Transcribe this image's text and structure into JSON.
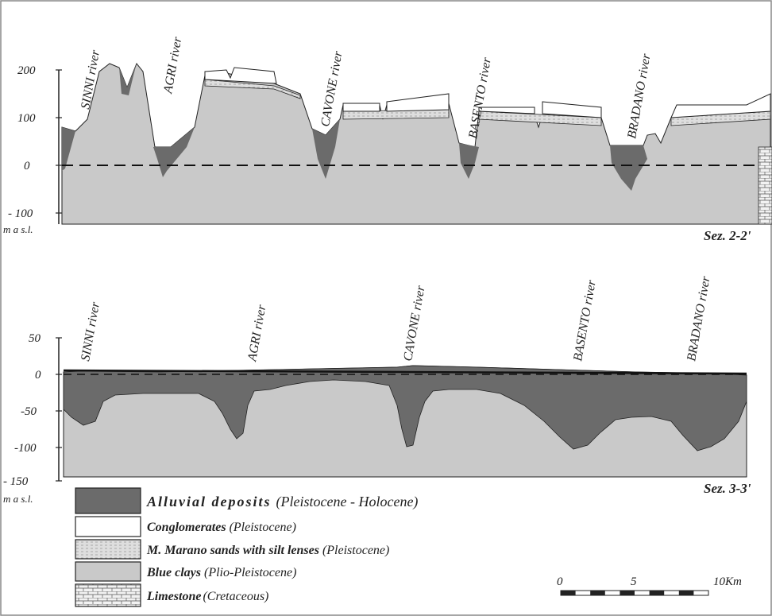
{
  "colors": {
    "alluvial": "#6b6b6b",
    "blue_clays": "#c9c9c9",
    "conglomerates": "#ffffff",
    "marano_sands": "#dedede",
    "limestone": "#f2f2f2",
    "outline": "#222222"
  },
  "section_2": {
    "label": "Sez. 2-2'",
    "unit": "m a s.l.",
    "y_ticks": [
      "200",
      "100",
      "0",
      "- 100"
    ],
    "rivers": [
      "SINNI river",
      "AGRI river",
      "CAVONE river",
      "BASENTO river",
      "BRADANO river"
    ]
  },
  "section_3": {
    "label": "Sez. 3-3'",
    "unit": "m a s.l.",
    "y_ticks": [
      "50",
      "0",
      "-50",
      "-100",
      "- 150"
    ],
    "rivers": [
      "SINNI river",
      "AGRI river",
      "CAVONE river",
      "BASENTO river",
      "BRADANO river"
    ]
  },
  "legend": [
    {
      "name": "Alluvial deposits",
      "age": "(Pleistocene - Holocene)",
      "swatch": "alluvial"
    },
    {
      "name": "Conglomerates",
      "age": "(Pleistocene)",
      "swatch": "conglomerates"
    },
    {
      "name": "M. Marano sands with silt lenses",
      "age": "(Pleistocene)",
      "swatch": "marano_sands"
    },
    {
      "name": "Blue clays",
      "age": "(Plio-Pleistocene)",
      "swatch": "blue_clays"
    },
    {
      "name": "Limestone",
      "age": "(Cretaceous)",
      "swatch": "limestone"
    }
  ],
  "scale_bar": {
    "ticks": [
      "0",
      "5",
      "10Km"
    ]
  }
}
